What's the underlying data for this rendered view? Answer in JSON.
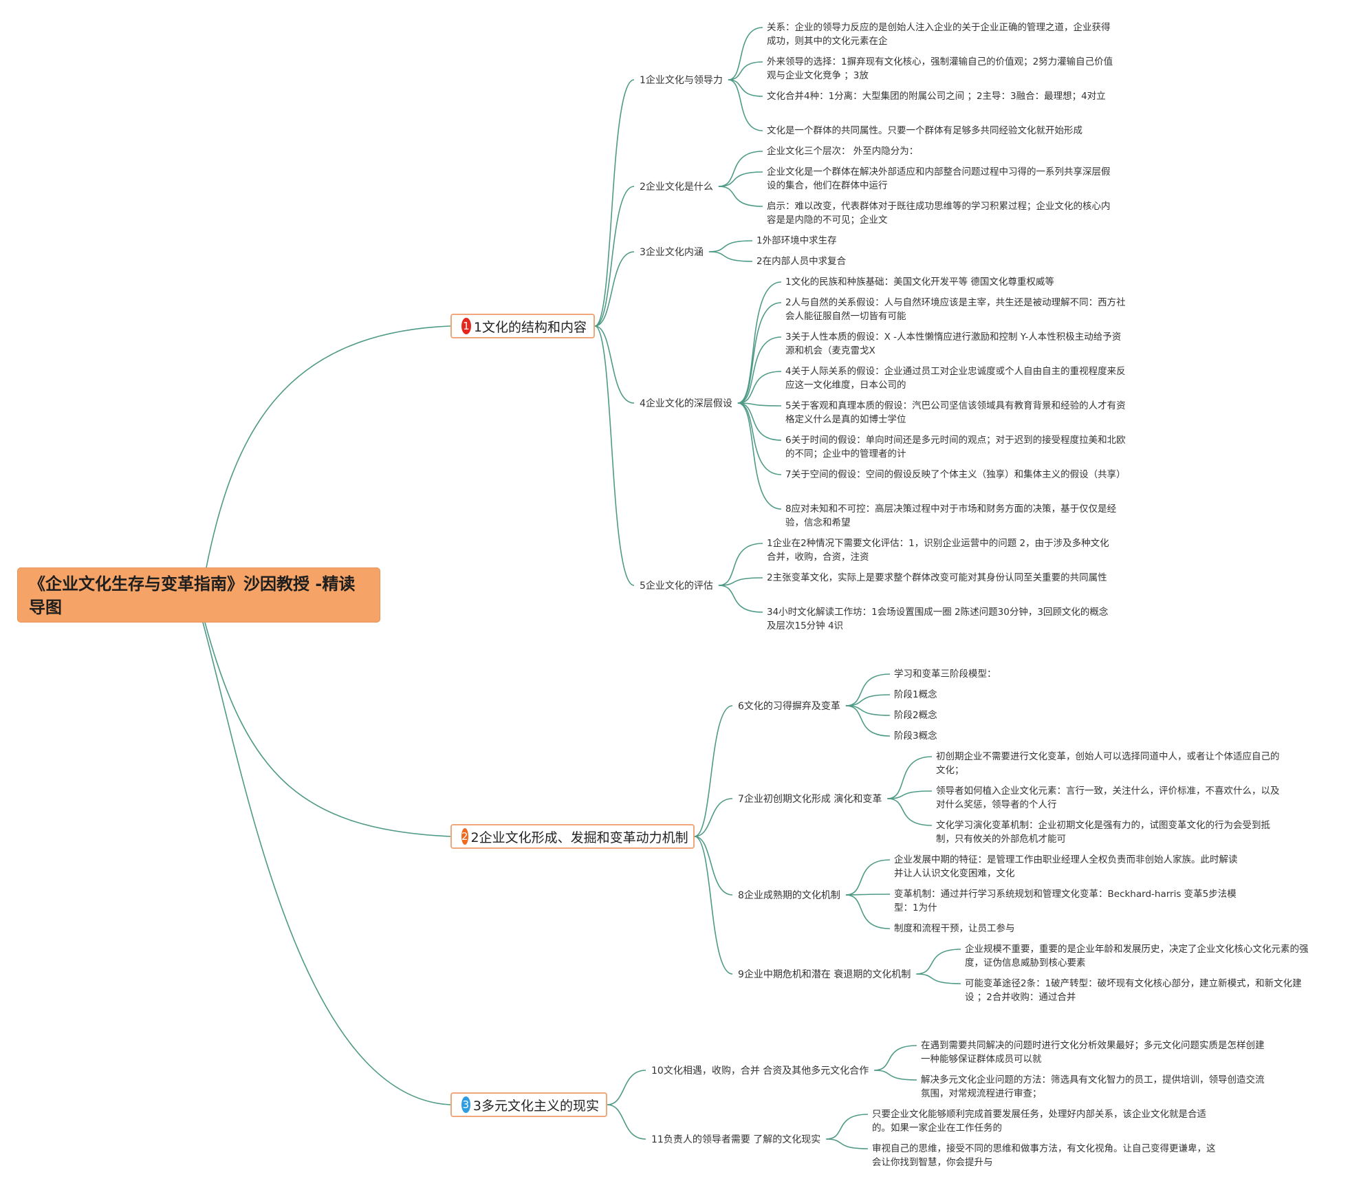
{
  "root": {
    "title": "《企业文化生存与变革指南》沙因教授 -精读导图"
  },
  "colors": {
    "line": "#4E9A86",
    "root_bg": "#F5A366",
    "badge1": "#E5281D",
    "badge2": "#EE6A1F",
    "badge3": "#2E9CE0"
  },
  "branches": [
    {
      "badge": "1",
      "label": "1文化的结构和内容",
      "children": [
        {
          "label": "1企业文化与领导力",
          "leaves": [
            "关系：企业的领导力反应的是创始人注入企业的关于企业正确的管理之道，企业获得成功，则其中的文化元素在企",
            "外来领导的选择：1摒弃现有文化核心，强制灌输自己的价值观；2努力灌输自己价值观与企业文化竞争 ；3放",
            "文化合并4种：1分离：大型集团的附属公司之间 ；2主导：3融合：最理想；4对立",
            "文化是一个群体的共同属性。只要一个群体有足够多共同经验文化就开始形成"
          ]
        },
        {
          "label": "2企业文化是什么",
          "leaves": [
            "企业文化三个层次： 外至内隐分为：",
            "企业文化是一个群体在解决外部适应和内部整合问题过程中习得的一系列共享深层假设的集合，他们在群体中运行",
            "启示：难以改变，代表群体对于既往成功思维等的学习积累过程；企业文化的核心内容是是内隐的不可见；企业文"
          ]
        },
        {
          "label": "3企业文化内涵",
          "leaves": [
            "1外部环境中求生存",
            "2在内部人员中求复合"
          ]
        },
        {
          "label": "4企业文化的深层假设",
          "leaves": [
            "1文化的民族和种族基础：美国文化开发平等 德国文化尊重权威等",
            "2人与自然的关系假设：人与自然环境应该是主宰，共生还是被动理解不同：西方社会人能征服自然一切皆有可能",
            "3关于人性本质的假设：X -人本性懒惰应进行激励和控制 Y-人本性积极主动给予资源和机会（麦克雷戈X",
            "4关于人际关系的假设：企业通过员工对企业忠诚度或个人自由自主的重视程度来反应这一文化维度，日本公司的",
            "5关于客观和真理本质的假设：汽巴公司坚信该领域具有教育背景和经验的人才有资格定义什么是真的如博士学位",
            "6关于时间的假设：单向时间还是多元时间的观点；对于迟到的接受程度拉美和北欧的不同；企业中的管理者的计",
            "7关于空间的假设：空间的假设反映了个体主义（独享）和集体主义的假设（共享）",
            "8应对未知和不可控：高层决策过程中对于市场和财务方面的决策，基于仅仅是经验，信念和希望"
          ]
        },
        {
          "label": "5企业文化的评估",
          "leaves": [
            "1企业在2种情况下需要文化评估：1，识别企业运营中的问题 2，由于涉及多种文化合并，收购，合资，注资",
            "2主张变革文化，实际上是要求整个群体改变可能对其身份认同至关重要的共同属性",
            "34小时文化解读工作坊：1会场设置围成一圈 2陈述问题30分钟，3回顾文化的概念及层次15分钟 4识"
          ]
        }
      ]
    },
    {
      "badge": "2",
      "label": "2企业文化形成、发掘和变革动力机制",
      "children": [
        {
          "label": "6文化的习得摒弃及变革",
          "leaves": [
            "学习和变革三阶段模型：",
            "阶段1概念",
            "阶段2概念",
            "阶段3概念"
          ]
        },
        {
          "label": "7企业初创期文化形成 演化和变革",
          "leaves": [
            "初创期企业不需要进行文化变革，创始人可以选择同道中人，或者让个体适应自己的文化；",
            "领导者如何植入企业文化元素：言行一致，关注什么，评价标准，不喜欢什么，以及对什么奖惩，领导者的个人行",
            "文化学习演化变革机制：企业初期文化是强有力的，试图变革文化的行为会受到抵制，只有攸关的外部危机才能可"
          ]
        },
        {
          "label": "8企业成熟期的文化机制",
          "leaves": [
            "企业发展中期的特征：是管理工作由职业经理人全权负责而非创始人家族。此时解读并让人认识文化变困难，文化",
            "变革机制：通过并行学习系统规划和管理文化变革：Beckhard-harris 变革5步法模型：1为什",
            "制度和流程干预，让员工参与"
          ]
        },
        {
          "label": "9企业中期危机和潜在 衰退期的文化机制",
          "leaves": [
            "企业规模不重要，重要的是企业年龄和发展历史，决定了企业文化核心文化元素的强度，证伪信息威胁到核心要素",
            "可能变革途径2条：1破产转型：破坏现有文化核心部分，建立新模式，和新文化建设 ；2合并收购：通过合并"
          ]
        }
      ]
    },
    {
      "badge": "3",
      "label": "3多元文化主义的现实",
      "children": [
        {
          "label": "10文化相遇，收购，合并 合资及其他多元文化合作",
          "leaves": [
            "在遇到需要共同解决的问题时进行文化分析效果最好；多元文化问题实质是怎样创建一种能够保证群体成员可以就",
            "解决多元文化企业问题的方法：筛选具有文化智力的员工，提供培训，领导创造交流氛围，对常规流程进行审查；"
          ]
        },
        {
          "label": "11负责人的领导者需要 了解的文化现实",
          "leaves": [
            "只要企业文化能够顺利完成首要发展任务，处理好内部关系，该企业文化就是合适的。如果一家企业在工作任务的",
            "审视自己的思维，接受不同的思维和做事方法，有文化视角。让自己变得更谦卑，这会让你找到智慧，你会提升与"
          ]
        }
      ]
    }
  ]
}
